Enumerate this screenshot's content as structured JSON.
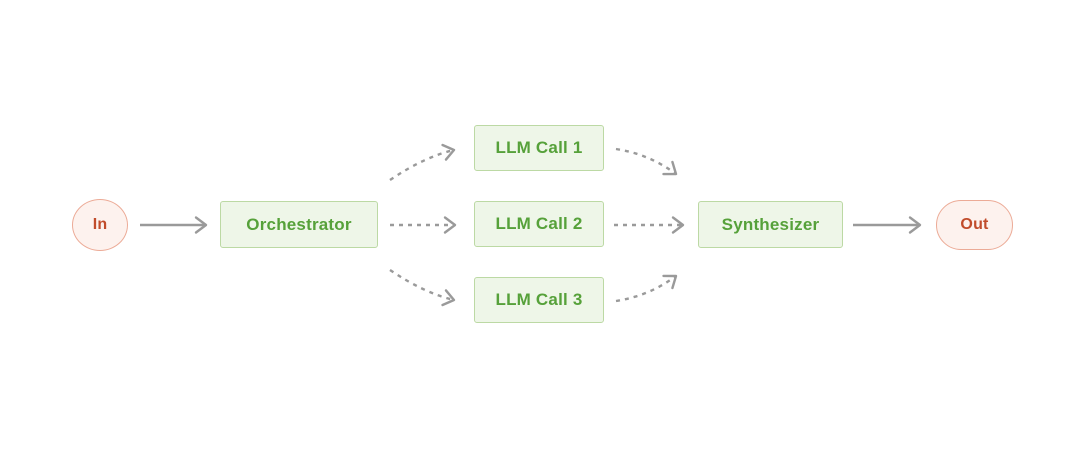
{
  "diagram": {
    "nodes": {
      "in": {
        "label": "In"
      },
      "orchestrator": {
        "label": "Orchestrator"
      },
      "llm_call_1": {
        "label": "LLM Call 1"
      },
      "llm_call_2": {
        "label": "LLM Call 2"
      },
      "llm_call_3": {
        "label": "LLM Call 3"
      },
      "synthesizer": {
        "label": "Synthesizer"
      },
      "out": {
        "label": "Out"
      }
    },
    "edges": [
      {
        "from": "in",
        "to": "orchestrator",
        "style": "solid"
      },
      {
        "from": "orchestrator",
        "to": "llm_call_1",
        "style": "dashed"
      },
      {
        "from": "orchestrator",
        "to": "llm_call_2",
        "style": "dashed"
      },
      {
        "from": "orchestrator",
        "to": "llm_call_3",
        "style": "dashed"
      },
      {
        "from": "llm_call_1",
        "to": "synthesizer",
        "style": "dashed"
      },
      {
        "from": "llm_call_2",
        "to": "synthesizer",
        "style": "dashed"
      },
      {
        "from": "llm_call_3",
        "to": "synthesizer",
        "style": "dashed"
      },
      {
        "from": "synthesizer",
        "to": "out",
        "style": "solid"
      }
    ],
    "colors": {
      "green_fill": "#eef6e8",
      "green_border": "#bcd9a4",
      "green_text": "#56a13a",
      "red_fill": "#fdf2ee",
      "red_border": "#ecab97",
      "red_text": "#c14c2b",
      "arrow_gray": "#9a9a9a",
      "background": "#ffffff"
    }
  }
}
